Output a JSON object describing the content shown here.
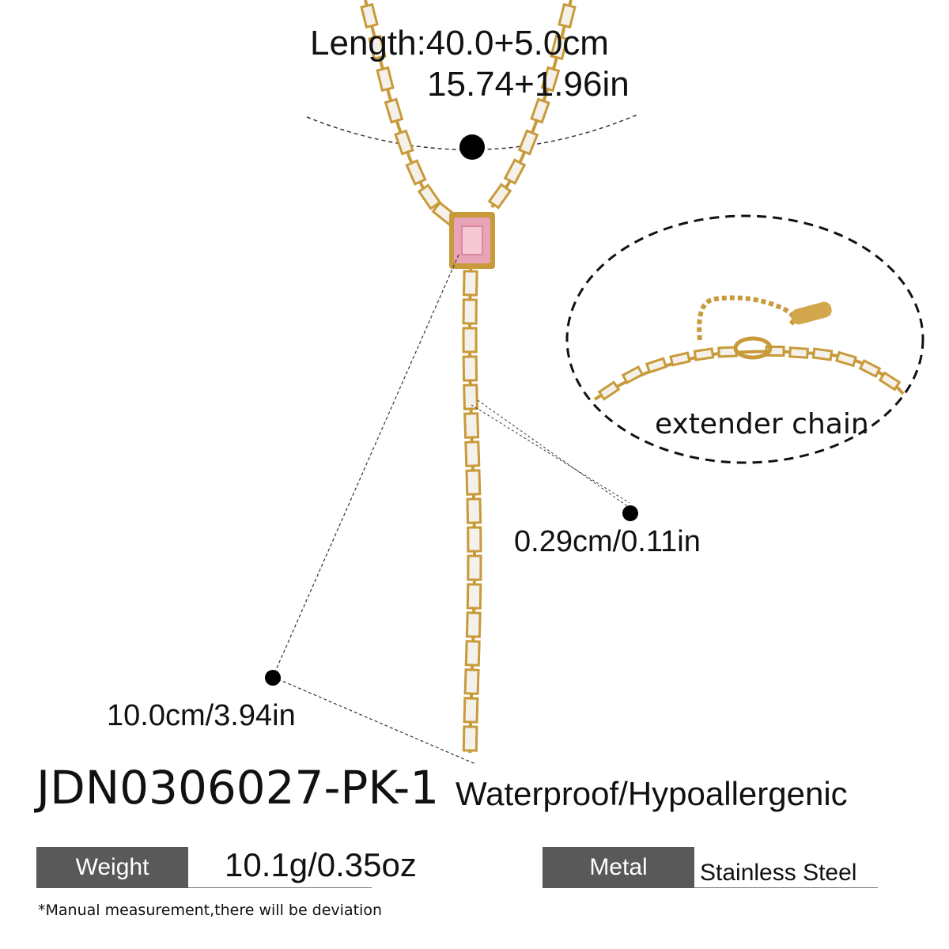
{
  "measurements": {
    "length_cm": "Length:40.0+5.0cm",
    "length_in": "15.74+1.96in",
    "width": "0.29cm/0.11in",
    "drop_length": "10.0cm/3.94in",
    "extender": "extender chain"
  },
  "product": {
    "sku": "JDN0306027-PK-1",
    "features": "Waterproof/Hypoallergenic"
  },
  "specs": {
    "weight_label": "Weight",
    "weight_value": "10.1g/0.35oz",
    "metal_label": "Metal",
    "metal_value": "Stainless Steel"
  },
  "footnote": "*Manual measurement,there will be deviation",
  "colors": {
    "gold": "#c89a3a",
    "stone": "#f4f1ea",
    "pink_stone": "#e9a4b8",
    "spec_bg": "#595959"
  }
}
